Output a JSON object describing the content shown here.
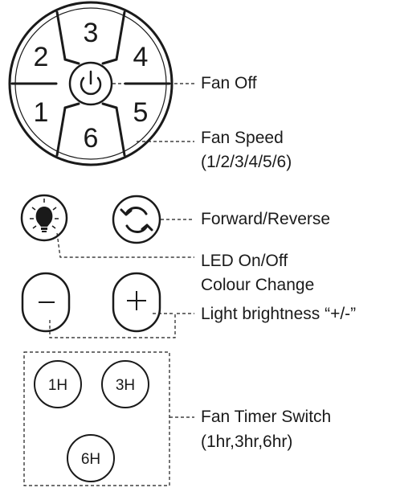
{
  "speed_buttons": [
    "1",
    "2",
    "3",
    "4",
    "5",
    "6"
  ],
  "timer_buttons": [
    "1H",
    "3H",
    "6H"
  ],
  "brightness_buttons": {
    "minus": "−",
    "plus": "+"
  },
  "labels": {
    "fan_off": "Fan Off",
    "fan_speed": "Fan Speed",
    "fan_speed_values": "(1/2/3/4/5/6)",
    "forward_reverse": "Forward/Reverse",
    "led_on_off": "LED On/Off",
    "colour_change": "Colour Change",
    "light_brightness": "Light brightness “+/-”",
    "fan_timer_switch": "Fan Timer Switch",
    "fan_timer_values": "(1hr,3hr,6hr)"
  },
  "icons": {
    "power": "power-icon",
    "light": "light-bulb-icon",
    "reverse": "reverse-arrows-icon"
  },
  "colors": {
    "stroke": "#1a1a1a",
    "background": "#ffffff"
  }
}
